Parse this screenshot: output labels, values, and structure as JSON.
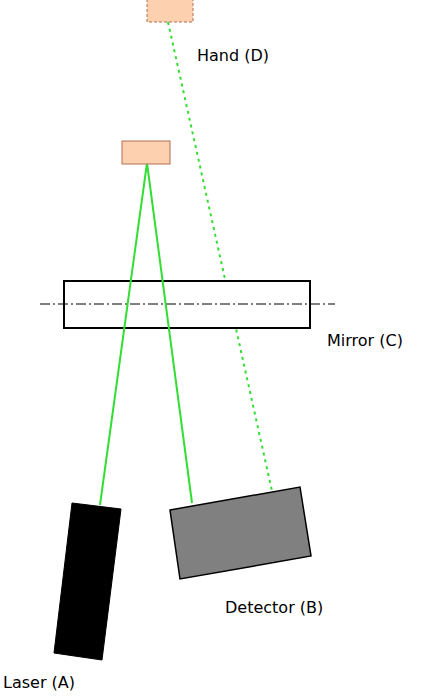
{
  "diagram": {
    "labels": [
      "Hand (D)",
      "Mirror (C)",
      "Detector (B)",
      "Laser (A)"
    ]
  }
}
